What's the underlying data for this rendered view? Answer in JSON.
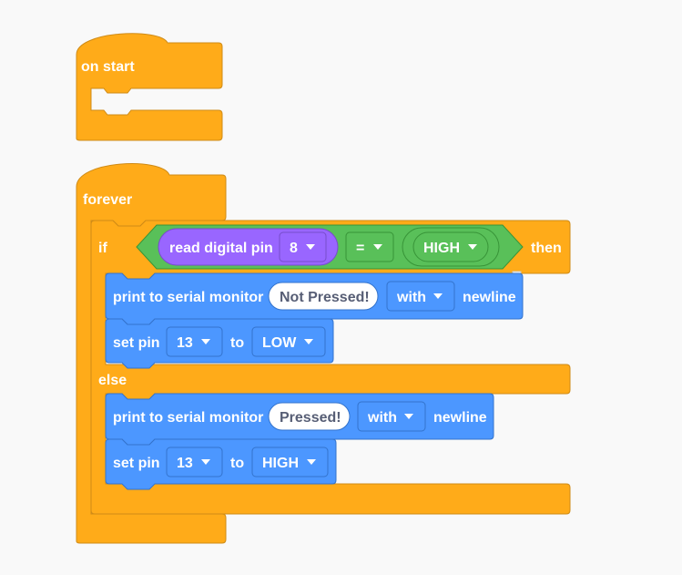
{
  "on_start": {
    "label": "on start"
  },
  "forever": {
    "label": "forever"
  },
  "if_block": {
    "if_label": "if",
    "then_label": "then",
    "else_label": "else",
    "condition": {
      "read_label": "read digital pin",
      "pin": "8",
      "operator": "=",
      "value": "HIGH"
    }
  },
  "then_blocks": {
    "print": {
      "label": "print to serial monitor",
      "text": "Not Pressed!",
      "mode": "with",
      "suffix": "newline"
    },
    "set_pin": {
      "label": "set pin",
      "pin": "13",
      "to_label": "to",
      "value": "LOW"
    }
  },
  "else_blocks": {
    "print": {
      "label": "print to serial monitor",
      "text": "Pressed!",
      "mode": "with",
      "suffix": "newline"
    },
    "set_pin": {
      "label": "set pin",
      "pin": "13",
      "to_label": "to",
      "value": "HIGH"
    }
  },
  "colors": {
    "control": "#ffab19",
    "output": "#4c97ff",
    "operator": "#59c059",
    "input": "#9966ff"
  }
}
